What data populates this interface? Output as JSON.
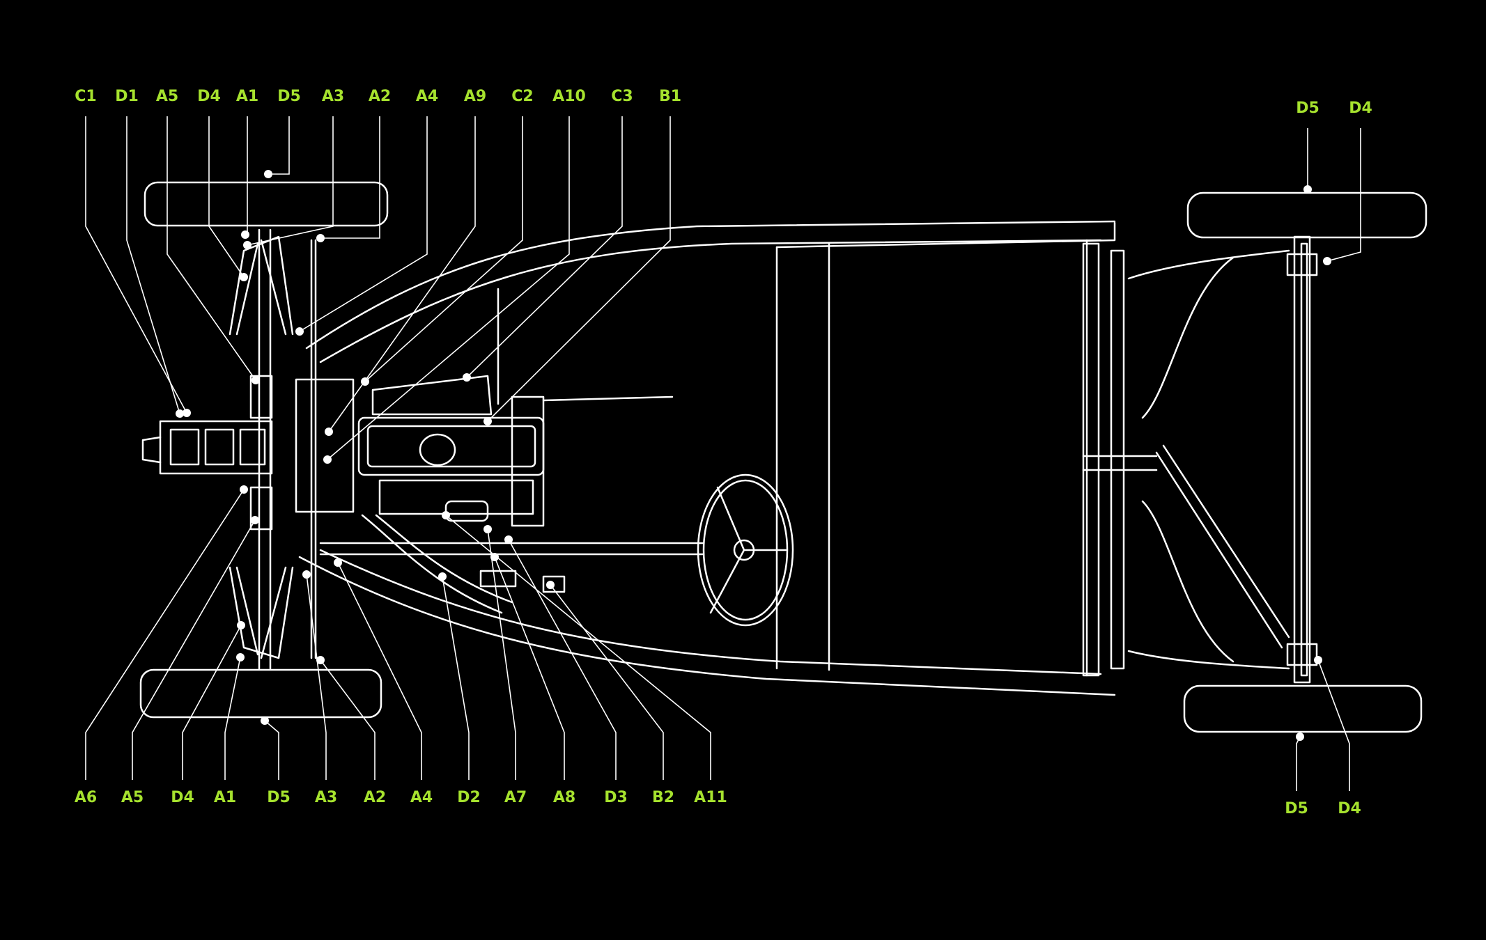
{
  "diagram": {
    "colors": {
      "background": "#000000",
      "line": "#ffffff",
      "label": "#a6e22e"
    },
    "labels": {
      "top_left": [
        "C1",
        "D1",
        "A5",
        "D4",
        "A1",
        "D5",
        "A3",
        "A2",
        "A4",
        "A9",
        "C2",
        "A10",
        "C3",
        "B1"
      ],
      "top_right": [
        "D5",
        "D4"
      ],
      "bottom_left": [
        "A6",
        "A5",
        "D4",
        "A1",
        "D5",
        "A3",
        "A2",
        "A4",
        "D2",
        "A7",
        "A8",
        "D3",
        "B2",
        "A11"
      ],
      "bottom_right": [
        "D5",
        "D4"
      ]
    }
  }
}
